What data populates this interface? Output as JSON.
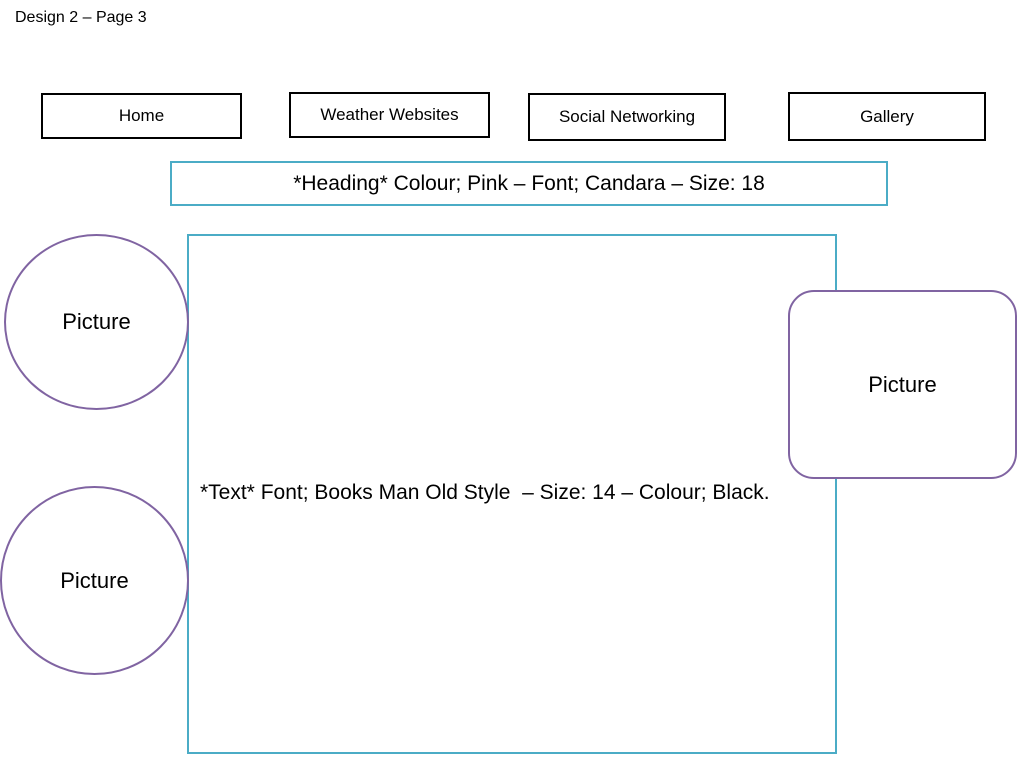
{
  "page": {
    "label": "Design 2 – Page 3"
  },
  "nav": {
    "items": [
      {
        "label": "Home"
      },
      {
        "label": "Weather Websites"
      },
      {
        "label": "Social Networking"
      },
      {
        "label": "Gallery"
      }
    ]
  },
  "heading": {
    "text": "*Heading* Colour; Pink – Font; Candara – Size: 18"
  },
  "content": {
    "text": "*Text* Font; Books Man Old Style  – Size: 14 – Colour; Black."
  },
  "pictures": {
    "top_left": "Picture",
    "bottom_left": "Picture",
    "right": "Picture"
  },
  "colors": {
    "frame_accent": "#4bacc6",
    "picture_outline": "#8064a2"
  }
}
